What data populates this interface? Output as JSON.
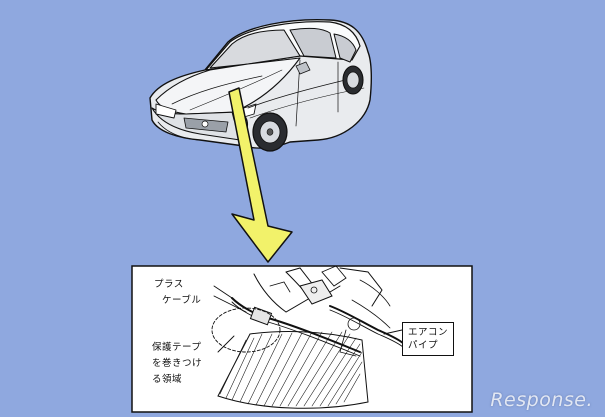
{
  "colors": {
    "background": "#8fa8df",
    "arrow": "#f2f26a",
    "line": "#111111",
    "panel": "#ffffff"
  },
  "labels": {
    "plus_cable_line1": "プラス",
    "plus_cable_line2": "ケーブル",
    "tape_line1": "保護テープ",
    "tape_line2": "を巻きつけ",
    "tape_line3": "る領域",
    "aircon_line1": "エアコン",
    "aircon_line2": "パイプ"
  },
  "watermark": {
    "text": "Response."
  },
  "icons": {
    "car": "sedan-car-illustration",
    "arrow": "pointer-arrow",
    "detail": "engine-bay-detail-drawing"
  }
}
